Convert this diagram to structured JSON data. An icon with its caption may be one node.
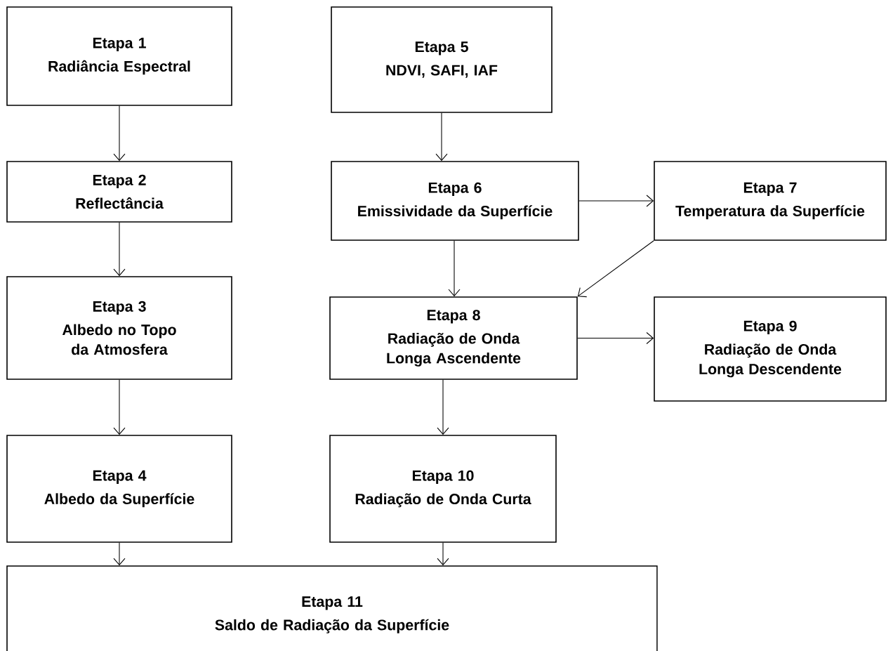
{
  "diagram": {
    "nodes": [
      {
        "text": [
          "Etapa 1",
          "Radiância Espectral"
        ]
      },
      {
        "text": [
          "Etapa 5",
          "NDVI, SAFI, IAF"
        ]
      },
      {
        "text": [
          "Etapa 2",
          "Reflectância"
        ]
      },
      {
        "text": [
          "Etapa 6",
          "Emissividade da Superfície"
        ]
      },
      {
        "text": [
          "Etapa 7",
          "Temperatura da Superfície"
        ]
      },
      {
        "text": [
          "Etapa 3",
          "Albedo no Topo da Atmosfera"
        ]
      },
      {
        "text": [
          "Etapa 8",
          "Radiação de Onda Longa Ascendente"
        ]
      },
      {
        "text": [
          "Etapa 9",
          "Radiação de Onda Longa Descendente"
        ]
      },
      {
        "text": [
          "Etapa 4",
          "Albedo da Superfície"
        ]
      },
      {
        "text": [
          "Etapa 10",
          "Radiação de Onda Curta"
        ]
      },
      {
        "text": [
          "Etapa 11",
          "Saldo de Radiação da Superfície"
        ]
      }
    ],
    "edges": [
      {
        "from": 0,
        "to": 2,
        "arrow": "to"
      },
      {
        "from": 2,
        "to": 5,
        "arrow": "to"
      },
      {
        "from": 5,
        "to": 8,
        "arrow": "to"
      },
      {
        "from": 8,
        "to": 10,
        "arrow": "to"
      },
      {
        "from": 1,
        "to": 3,
        "arrow": "to"
      },
      {
        "from": 3,
        "to": 6,
        "arrow": "to"
      },
      {
        "from": 3,
        "to": 4,
        "arrow": "to"
      },
      {
        "from": 4,
        "to": 6,
        "arrow": "to"
      },
      {
        "from": 6,
        "to": 7,
        "arrow": "to"
      },
      {
        "from": 6,
        "to": 9,
        "arrow": "to"
      },
      {
        "from": 9,
        "to": 10,
        "arrow": "to"
      }
    ]
  }
}
